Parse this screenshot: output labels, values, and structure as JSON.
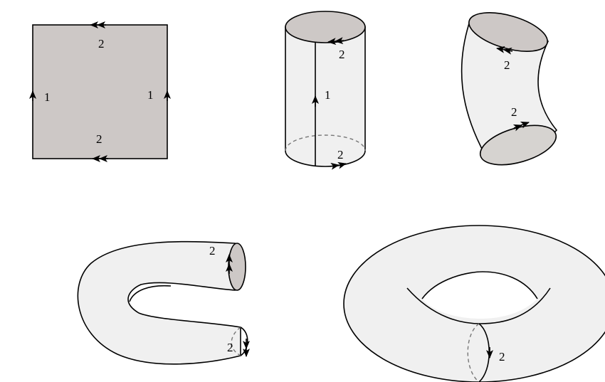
{
  "colors": {
    "square_fill": "#cdc8c6",
    "surface_fill": "#f0f0f0",
    "cap_fill": "#cdc8c6",
    "stroke": "#000000",
    "dash": "#777777"
  },
  "stages": {
    "square": {
      "top_label": "2",
      "bottom_label": "2",
      "left_label": "1",
      "right_label": "1"
    },
    "cylinder": {
      "top_label": "2",
      "seam_label": "1",
      "bottom_label": "2"
    },
    "bent_cylinder": {
      "top_label": "2",
      "bottom_label": "2"
    },
    "open_torus": {
      "top_label": "2",
      "bottom_label": "2"
    },
    "torus": {
      "label": "2"
    }
  }
}
